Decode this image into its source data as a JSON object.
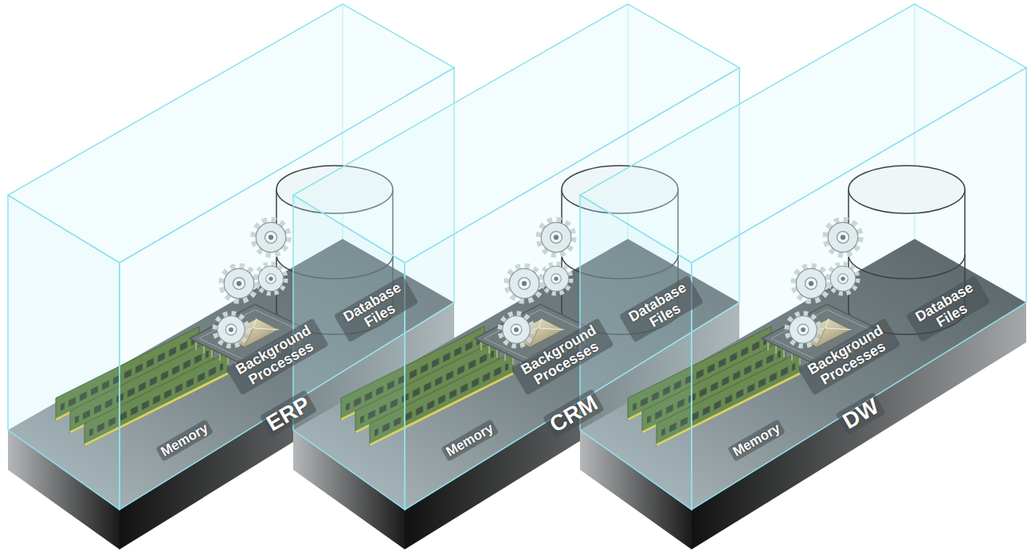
{
  "diagram": {
    "nodes": [
      {
        "text": [
          "Memory",
          "Background Processes",
          "Database Files",
          "ERP"
        ]
      },
      {
        "text": [
          "Memory",
          "Background Processes",
          "Database Files",
          "CRM"
        ]
      },
      {
        "text": [
          "Memory",
          "Background Processes",
          "Database Files",
          "DW"
        ]
      }
    ]
  }
}
